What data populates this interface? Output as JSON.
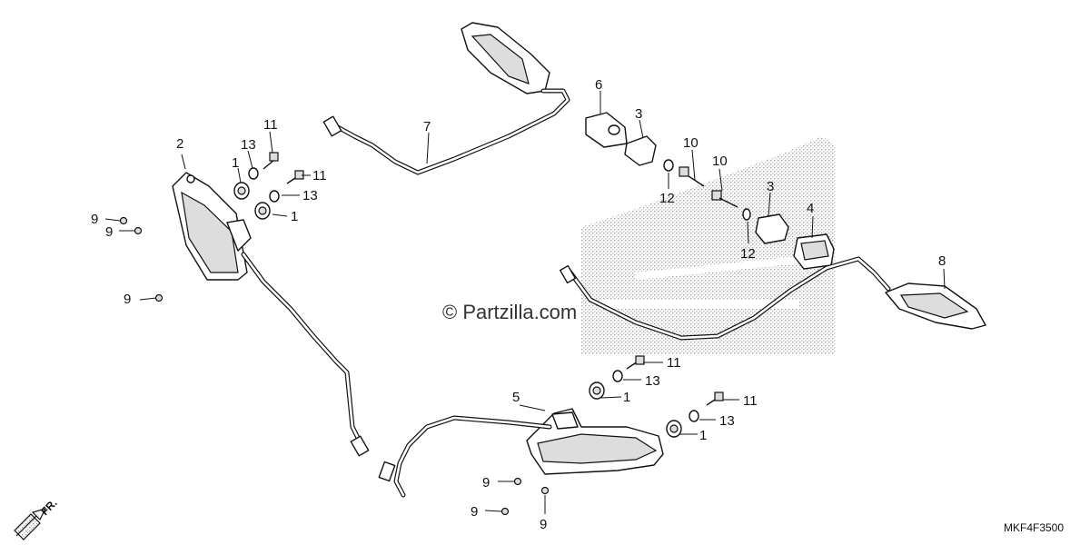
{
  "diagram": {
    "watermark": "© Partzilla.com",
    "diagram_code": "MKF4F3500",
    "direction_label": "FR.",
    "callouts": [
      {
        "id": "c2",
        "label": "2"
      },
      {
        "id": "c11a",
        "label": "11"
      },
      {
        "id": "c13a",
        "label": "13"
      },
      {
        "id": "c1a",
        "label": "1"
      },
      {
        "id": "c11b",
        "label": "11"
      },
      {
        "id": "c13b",
        "label": "13"
      },
      {
        "id": "c1b",
        "label": "1"
      },
      {
        "id": "c9a",
        "label": "9"
      },
      {
        "id": "c9b",
        "label": "9"
      },
      {
        "id": "c9c",
        "label": "9"
      },
      {
        "id": "c7",
        "label": "7"
      },
      {
        "id": "c6",
        "label": "6"
      },
      {
        "id": "c3a",
        "label": "3"
      },
      {
        "id": "c10a",
        "label": "10"
      },
      {
        "id": "c12a",
        "label": "12"
      },
      {
        "id": "c10b",
        "label": "10"
      },
      {
        "id": "c3b",
        "label": "3"
      },
      {
        "id": "c4",
        "label": "4"
      },
      {
        "id": "c12b",
        "label": "12"
      },
      {
        "id": "c8",
        "label": "8"
      },
      {
        "id": "c11c",
        "label": "11"
      },
      {
        "id": "c13c",
        "label": "13"
      },
      {
        "id": "c1c",
        "label": "1"
      },
      {
        "id": "c5",
        "label": "5"
      },
      {
        "id": "c11d",
        "label": "11"
      },
      {
        "id": "c13d",
        "label": "13"
      },
      {
        "id": "c1d",
        "label": "1"
      },
      {
        "id": "c9d",
        "label": "9"
      },
      {
        "id": "c9e",
        "label": "9"
      },
      {
        "id": "c9f",
        "label": "9"
      }
    ]
  }
}
